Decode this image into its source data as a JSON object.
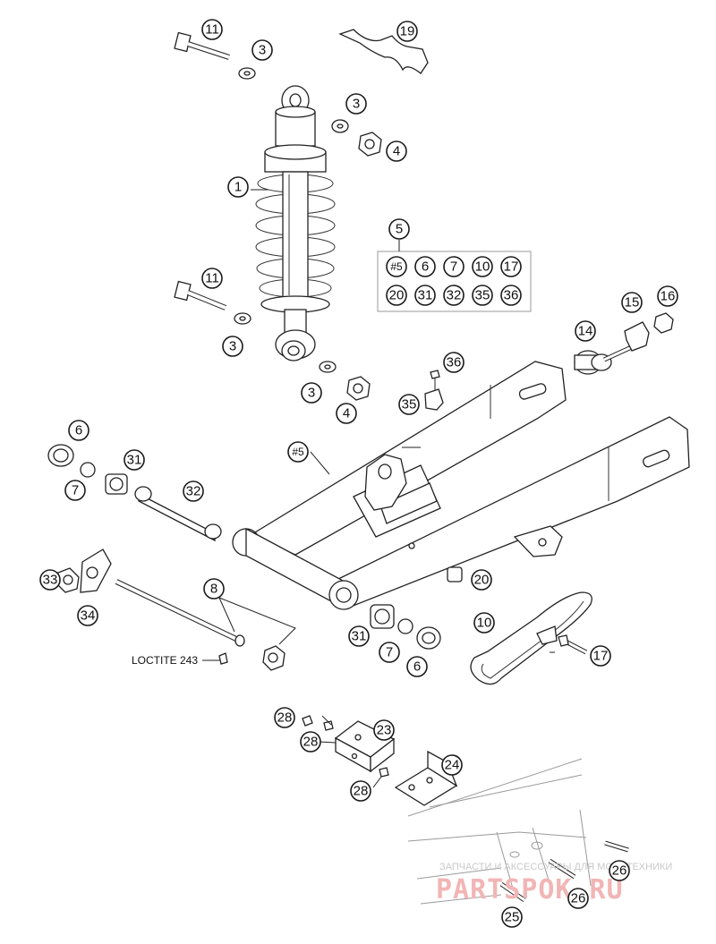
{
  "diagram": {
    "callouts": [
      {
        "id": "c-11a",
        "label": "11"
      },
      {
        "id": "c-19",
        "label": "19"
      },
      {
        "id": "c-3a",
        "label": "3"
      },
      {
        "id": "c-3b",
        "label": "3"
      },
      {
        "id": "c-4a",
        "label": "4"
      },
      {
        "id": "c-1",
        "label": "1"
      },
      {
        "id": "c-5",
        "label": "5"
      },
      {
        "id": "c-k5",
        "label": "#5"
      },
      {
        "id": "c-k6",
        "label": "6"
      },
      {
        "id": "c-k7",
        "label": "7"
      },
      {
        "id": "c-k10",
        "label": "10"
      },
      {
        "id": "c-k17",
        "label": "17"
      },
      {
        "id": "c-k20",
        "label": "20"
      },
      {
        "id": "c-k31",
        "label": "31"
      },
      {
        "id": "c-k32",
        "label": "32"
      },
      {
        "id": "c-k35",
        "label": "35"
      },
      {
        "id": "c-k36",
        "label": "36"
      },
      {
        "id": "c-11b",
        "label": "11"
      },
      {
        "id": "c-15",
        "label": "15"
      },
      {
        "id": "c-16",
        "label": "16"
      },
      {
        "id": "c-14",
        "label": "14"
      },
      {
        "id": "c-3c",
        "label": "3"
      },
      {
        "id": "c-36",
        "label": "36"
      },
      {
        "id": "c-3d",
        "label": "3"
      },
      {
        "id": "c-4b",
        "label": "4"
      },
      {
        "id": "c-35",
        "label": "35"
      },
      {
        "id": "c-6a",
        "label": "6"
      },
      {
        "id": "c-h5",
        "label": "#5"
      },
      {
        "id": "c-31a",
        "label": "31"
      },
      {
        "id": "c-7a",
        "label": "7"
      },
      {
        "id": "c-32",
        "label": "32"
      },
      {
        "id": "c-8",
        "label": "8"
      },
      {
        "id": "c-33",
        "label": "33"
      },
      {
        "id": "c-20",
        "label": "20"
      },
      {
        "id": "c-34",
        "label": "34"
      },
      {
        "id": "c-10",
        "label": "10"
      },
      {
        "id": "c-31b",
        "label": "31"
      },
      {
        "id": "c-7b",
        "label": "7"
      },
      {
        "id": "c-17",
        "label": "17"
      },
      {
        "id": "c-6b",
        "label": "6"
      },
      {
        "id": "c-28a",
        "label": "28"
      },
      {
        "id": "c-23",
        "label": "23"
      },
      {
        "id": "c-28b",
        "label": "28"
      },
      {
        "id": "c-24",
        "label": "24"
      },
      {
        "id": "c-28c",
        "label": "28"
      },
      {
        "id": "c-26a",
        "label": "26"
      },
      {
        "id": "c-26b",
        "label": "26"
      },
      {
        "id": "c-25",
        "label": "25"
      }
    ],
    "note": "LOCTITE 243"
  },
  "watermark": {
    "caption": "ЗАПЧАСТИ И АКСЕССУАРЫ ДЛЯ МОТОТЕХНИКИ",
    "logo": "PARTSPOK.RU",
    "logo_color": "#f2b5b5"
  }
}
